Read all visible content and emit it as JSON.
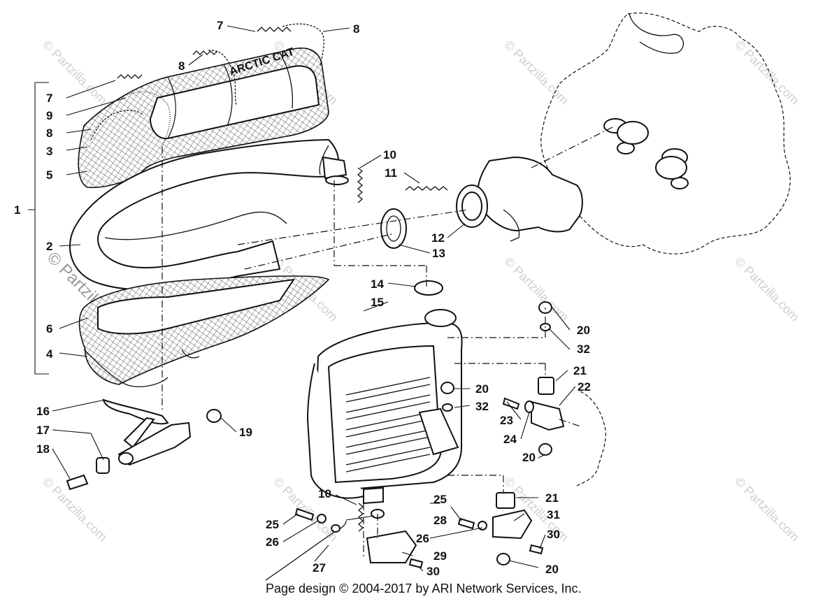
{
  "watermarks": {
    "text": "© Partzilla.com"
  },
  "footer": {
    "credit": "Page design © 2004-2017 by ARI Network Services, Inc."
  },
  "parts": {
    "embossed_text": "ARCTIC CAT"
  },
  "callouts": [
    "1",
    "2",
    "3",
    "4",
    "5",
    "6",
    "7",
    "7",
    "8",
    "8",
    "8",
    "9",
    "10",
    "10",
    "11",
    "12",
    "13",
    "14",
    "15",
    "16",
    "17",
    "18",
    "19",
    "20",
    "20",
    "20",
    "20",
    "20",
    "21",
    "21",
    "22",
    "23",
    "24",
    "25",
    "25",
    "26",
    "26",
    "27",
    "28",
    "29",
    "30",
    "30",
    "31",
    "32",
    "32"
  ]
}
